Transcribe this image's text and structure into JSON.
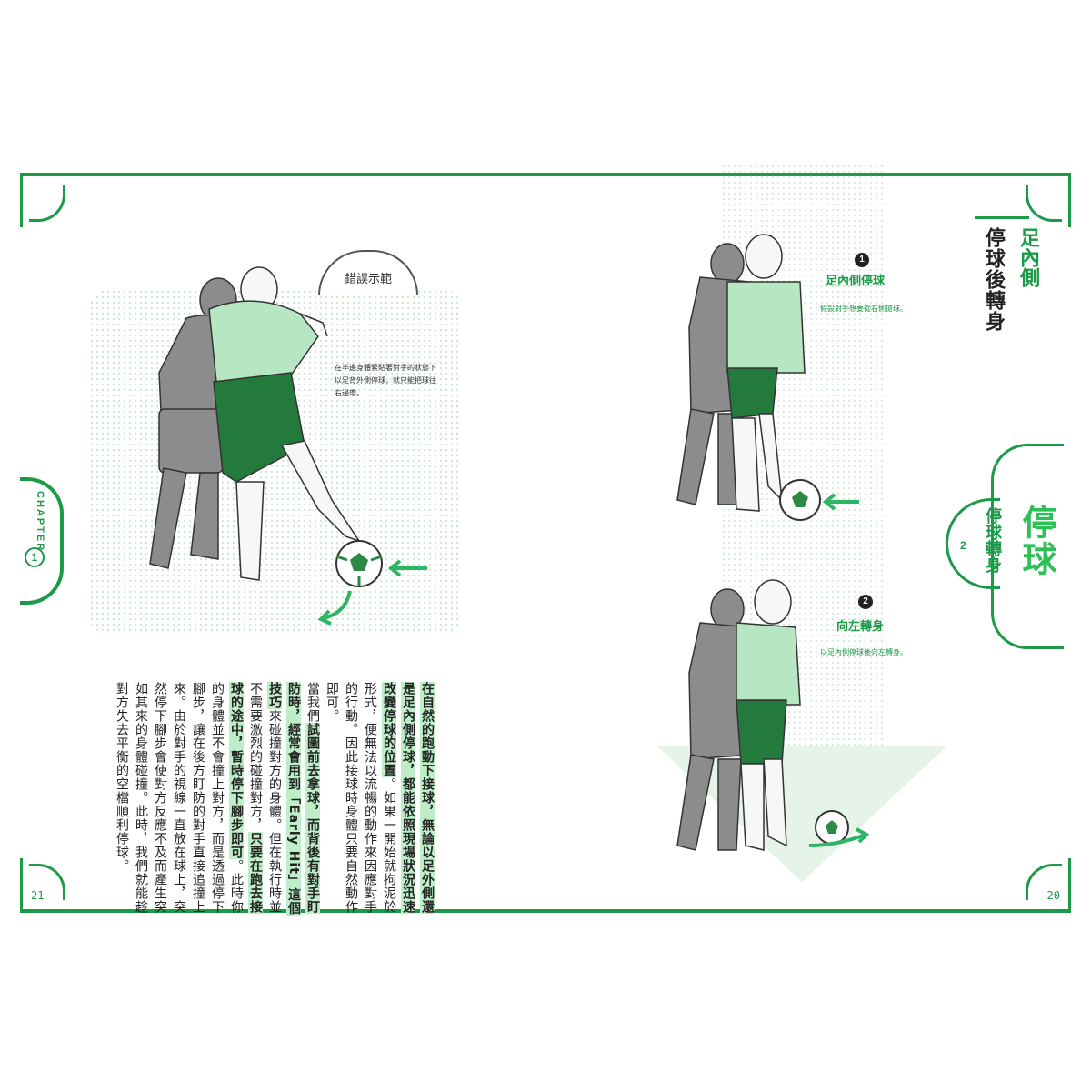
{
  "pages": {
    "left_number": "21",
    "right_number": "20"
  },
  "chapter": {
    "label": "CHAPTER",
    "number": "1"
  },
  "left": {
    "wrong_label": "錯誤示範",
    "caption": "在半邊身體緊貼著對手的狀態下以足背外側停球，就只能把球往右邊帶。"
  },
  "body": {
    "p1_hl1": "在自然的跑動下接球，無論以足外側還是足內側停球，都能依照現場狀況迅速改變停球的位置",
    "p1_rest": "。如果一開始就拘泥於形式，便無法以流暢的動作來因應對手的行動。因此接球時身體只要自然動作即可。",
    "p2_a": "當我們",
    "p2_hl1": "試圖前去拿球，而背後有對手盯防時，經常會用到「Early Hit」這個技巧",
    "p2_b": "來碰撞對方的身體。但在執行時並不需要激烈的碰撞對方，",
    "p2_hl2": "只要在跑去接球的途中，暫時停下腳步即可",
    "p2_c": "。此時你的身體並不會撞上對方，而是透過停下腳步，讓在後方盯防的對手直接追撞上來。由於對手的視線一直放在球上，突然停下腳步會使對方反應不及而產生突如其來的身體碰撞。此時，我們就能趁對方失去平衡的空檔順利停球。"
  },
  "steps": [
    {
      "num": "1",
      "title": "足內側停球",
      "caption": "假設對手想要從右側搶球。"
    },
    {
      "num": "2",
      "title": "向左轉身",
      "caption": "以足內側停球後向左轉身。"
    }
  ],
  "title": {
    "green": "足內側",
    "black": "停球後轉身"
  },
  "section": {
    "number": "2",
    "big": "停球",
    "small": "停球轉身"
  },
  "colors": {
    "accent": "#1c9a48",
    "highlight": "#bdeec8",
    "shirt": "#b6e6c2",
    "shorts": "#237a3c",
    "opponent": "#8c8c8c"
  }
}
